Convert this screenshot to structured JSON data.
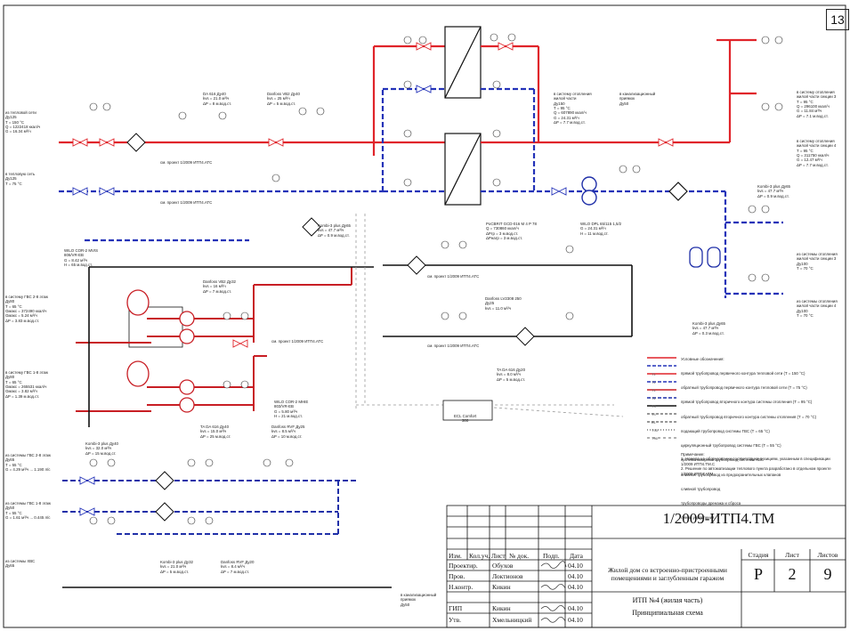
{
  "sheet_number": "13",
  "colors": {
    "supply_primary": "#e0242a",
    "return_primary": "#2332b8",
    "gvs": "#c81e24",
    "circ": "#1f2fa8",
    "black": "#111111",
    "dashed": "#777777"
  },
  "title_block": {
    "doc_code": "1/2009-ИТП4.ТМ",
    "project": "Жилой дом со встроенно-пристроенными помещениями и заглубленным гаражом",
    "sheet_title_1": "ИТП №4 (жилая часть)",
    "sheet_title_2": "Принципиальная схема",
    "stage_label": "Стадия",
    "sheet_label": "Лист",
    "sheets_label": "Листов",
    "stage": "Р",
    "sheet": "2",
    "sheets": "9",
    "cols": [
      "Изм.",
      "Кол.уч.",
      "Лист",
      "№ док.",
      "Подп.",
      "Дата"
    ],
    "rows": [
      {
        "role": "Проектир.",
        "name": "Обухов",
        "date": "04.10"
      },
      {
        "role": "Пров.",
        "name": "Локтионов",
        "date": "04.10"
      },
      {
        "role": "Н.контр.",
        "name": "Кикин",
        "date": "04.10"
      },
      {
        "role": "ГИП",
        "name": "Кикин",
        "date": "04.10"
      },
      {
        "role": "Утв.",
        "name": "Хмельницкий",
        "date": "04.10"
      }
    ]
  },
  "inlets": {
    "supply": [
      "из тепловой сети",
      "Ду125",
      "T = 150 °C",
      "Q = 1222418 ккал/ч",
      "G = 16.34 м³/ч"
    ],
    "return": [
      "в тепловую сеть",
      "Ду125",
      "T = 75 °C"
    ],
    "gvs_r1": [
      "в систему ГВС 2-8 этаж",
      "Ду80",
      "T = 65 °C",
      "Gмакс = 372490 ккал/ч",
      "Gмакс = 5.24 м³/ч",
      "ΔP = 3.83 м.вод.ст."
    ],
    "gvs_r2": [
      "в систему ГВС 1-8 этаж",
      "Ду80",
      "T = 65 °C",
      "Gмакс = 265531 ккал/ч",
      "Gмакс = 3.82 м³/ч",
      "ΔP = 1.39 м.вод.ст."
    ],
    "cold_1": [
      "из системы ГВС 2-8 этаж",
      "Ду65",
      "T = 55 °C",
      "G = 4.29 м³/ч ... 1.190 л/с"
    ],
    "cold_2": [
      "из системы ГВС 1-8 этаж",
      "Ду50",
      "T = 55 °C",
      "G = 1.61 м³/ч ... 0.445 л/с"
    ],
    "hvs": [
      "из системы ХВС",
      "Ду65"
    ]
  },
  "outlets": {
    "heat_out": [
      "в систему отопления",
      "жилой части",
      "Ду150",
      "T = 95 °C",
      "Q = 607890 ккал/ч",
      "G = 24.31 м³/ч",
      "ΔP = 7.7 м.вод.ст."
    ],
    "drain": [
      "в канализационный",
      "приямок",
      "Ду50"
    ],
    "zone3": [
      "в систему отопления",
      "жилой части секции 3",
      "T = 95 °C",
      "Q = 296100 ккал/ч",
      "G = 11.84 м³/ч",
      "ΔP = 7.1 м.вод.ст."
    ],
    "zone4": [
      "в систему отопления",
      "жилой части секции 4",
      "T = 95 °C",
      "Q = 311750 ккал/ч",
      "G = 12.47 м³/ч",
      "ΔP = 7.7 м.вод.ст."
    ],
    "from_zone3": [
      "из системы отопления",
      "жилой части секции 3",
      "Ду100",
      "T = 70 °C"
    ],
    "from_zone4": [
      "из системы отопления",
      "жилой части секции 4",
      "Ду100",
      "T = 70 °C"
    ],
    "drain2": [
      "в канализационный",
      "приямок",
      "Ду50"
    ]
  },
  "equipment": [
    {
      "id": "hx",
      "text": [
        "PoCBRIT GCD-016 M 4 P 78",
        "Q = 730860 ккал/ч",
        "ΔPгр = 3 м.вод.ст.",
        "ΔPнагр = 3 м.вод.ст."
      ]
    },
    {
      "id": "pump_heat",
      "text": [
        "WILO DPL 65/115 1,5/2",
        "G = 24.31 м³/ч",
        "H = 11 м.вод.ст."
      ]
    },
    {
      "id": "da616",
      "text": [
        "DA 616 Ду40",
        "kvs = 21.0 м³/ч",
        "ΔP = 8 м.вод.ст."
      ]
    },
    {
      "id": "danfoss_vb2",
      "text": [
        "Danfoss VB2 Ду40",
        "kvs = 25 м³/ч",
        "ΔP = 5 м.вод.ст."
      ]
    },
    {
      "id": "kombi1",
      "text": [
        "Kombi-3 plus Ду65",
        "kvs = 47.7 м³/ч",
        "ΔP = 0.9 м.вод.ст."
      ]
    },
    {
      "id": "kombi2",
      "text": [
        "Kombi-3 plus Ду65",
        "kvs = 47.7 м³/ч",
        "ΔP = 0.9 м.вод.ст."
      ]
    },
    {
      "id": "kombi3",
      "text": [
        "Kombi-3 plus Ду65",
        "kvs = 47.7 м³/ч",
        "ΔP = 0.3 м.вод.ст."
      ]
    },
    {
      "id": "wilo_cor",
      "text": [
        "WILO COR-2 MVIS",
        "806/VR-EB",
        "G = 8.42 м³/ч",
        "H = 65 м.вод.ст."
      ]
    },
    {
      "id": "danfoss_vb2_32",
      "text": [
        "Danfoss VB2 Ду32",
        "kvs = 16 м³/ч",
        "ΔP = 7 м.вод.ст."
      ]
    },
    {
      "id": "danfoss_lv",
      "text": [
        "Danfoss LV2308 250",
        "Ду25",
        "kvs = 11.0 м³/ч"
      ]
    },
    {
      "id": "ta_da616",
      "text": [
        "TA DA 616 Ду20",
        "kvs = 8.0 м³/ч",
        "ΔP = 5 м.вод.ст."
      ]
    },
    {
      "id": "wilo_cor2",
      "text": [
        "WILO COR-2 MHIE",
        "803/VR-EB",
        "G = 5.80 м³/ч",
        "H = 21 м.вод.ст."
      ]
    },
    {
      "id": "ta_da616b",
      "text": [
        "TA DA 616 Ду40",
        "kvs = 15.0 м³/ч",
        "ΔP = 25 м.вод.ст."
      ]
    },
    {
      "id": "danfoss_rvf",
      "text": [
        "Danfoss RVF Ду25",
        "kvs = 8.5 м³/ч",
        "ΔP = 10 м.вод.ст."
      ]
    },
    {
      "id": "kombi4",
      "text": [
        "Kombi-3 plus Ду40",
        "kvs = 32.0 м³/ч",
        "ΔP = 15 м.вод.ст."
      ]
    },
    {
      "id": "kombi5",
      "text": [
        "Kombi-3 plus Ду32",
        "kvs = 21.0 м³/ч",
        "ΔP = 5 м.вод.ст."
      ]
    },
    {
      "id": "danfoss_rvf2",
      "text": [
        "Danfoss RVF Ду20",
        "kvs = 8.4 м³/ч",
        "ΔP = 7 м.вод.ст."
      ]
    },
    {
      "id": "ecl",
      "text": [
        "ECL Comfort",
        "300"
      ]
    }
  ],
  "project_refs": [
    "см. проект 1/2009 ИТП4.АТС"
  ],
  "legend": {
    "title": "Условные обозначения:",
    "items": [
      {
        "code": "T1",
        "color": "#e0242a",
        "text": "прямой трубопровод первичного контура тепловой сети (T = 150 °C)"
      },
      {
        "code": "T2",
        "color": "#2332b8",
        "text": "обратный трубопровод первичного контура тепловой сети (T = 75 °C)"
      },
      {
        "code": "T1",
        "color": "#e0242a",
        "text": "прямой трубопровод вторичного контура системы отопления (T = 95 °C)"
      },
      {
        "code": "T2",
        "color": "#2332b8",
        "text": "обратный трубопровод вторичного контура системы отопления (T = 70 °C)"
      },
      {
        "code": "T3",
        "color": "#c81e24",
        "text": "подающий трубопровод системы ГВС (T = 65 °C)"
      },
      {
        "code": "T4",
        "color": "#1f2fa8",
        "text": "циркуляционный трубопровод системы ГВС (T = 55 °C)"
      },
      {
        "code": "B1",
        "color": "#111111",
        "text": "противопожарный трубопровод системы ХВС"
      },
      {
        "code": "T95",
        "color": "#777777",
        "text": "сливной трубопровод из предохранительных клапанов"
      },
      {
        "code": "T96",
        "color": "#777777",
        "text": "сливной трубопровод"
      },
      {
        "code": "",
        "color": "#777777",
        "text": "трубопроводы дренажа и сброса"
      },
      {
        "code": "",
        "color": "#999999",
        "text": "линия управления"
      }
    ]
  },
  "notes": {
    "title": "Примечание:",
    "items": [
      "1. Номера на оборудовании соответствуют позициям, указанным в спецификации 1/2009 ИТП4.ТМ.С",
      "2. Решение по автоматизации теплового пункта разработано в отдельном проекте 1/2009 ИТП4.АТМ"
    ]
  }
}
